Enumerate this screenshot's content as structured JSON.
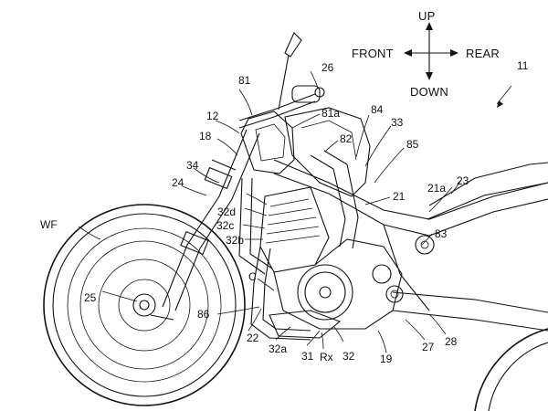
{
  "directions": {
    "up": "UP",
    "down": "DOWN",
    "front": "FRONT",
    "rear": "REAR"
  },
  "labels": {
    "l11": "11",
    "l12": "12",
    "l18": "18",
    "l19": "19",
    "l21": "21",
    "l21a": "21a",
    "l22": "22",
    "l23": "23",
    "l24": "24",
    "l25": "25",
    "l26": "26",
    "l27": "27",
    "l28": "28",
    "l31": "31",
    "l32": "32",
    "l32a": "32a",
    "l32b": "32b",
    "l32c": "32c",
    "l32d": "32d",
    "l33": "33",
    "l34": "34",
    "l81": "81",
    "l81a": "81a",
    "l82": "82",
    "l83": "83",
    "l84": "84",
    "l85": "85",
    "l86": "86",
    "lC": "C",
    "lRx": "Rx",
    "lWF": "WF"
  }
}
